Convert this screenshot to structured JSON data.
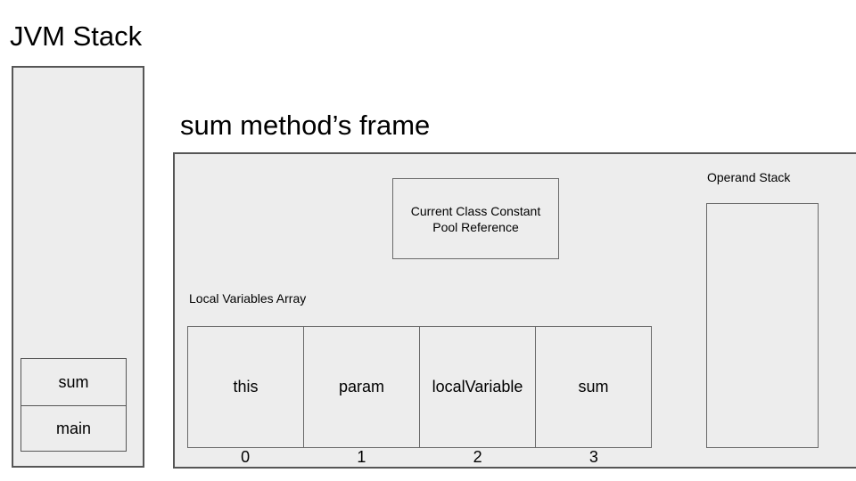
{
  "colors": {
    "background": "#ffffff",
    "box_fill": "#ededed",
    "border_dark": "#565656",
    "border_light": "#6a6a6a",
    "text": "#000000"
  },
  "jvm_stack": {
    "title": "JVM Stack",
    "frames": [
      {
        "label": "sum"
      },
      {
        "label": "main"
      }
    ]
  },
  "sum_frame": {
    "title": "sum method’s frame",
    "constant_pool": {
      "line1": "Current Class Constant",
      "line2": "Pool Reference"
    },
    "operand_stack": {
      "label": "Operand Stack"
    },
    "local_variables": {
      "label": "Local Variables Array",
      "cells": [
        {
          "value": "this",
          "index": "0"
        },
        {
          "value": "param",
          "index": "1"
        },
        {
          "value": "localVariable",
          "index": "2"
        },
        {
          "value": "sum",
          "index": "3"
        }
      ]
    }
  }
}
